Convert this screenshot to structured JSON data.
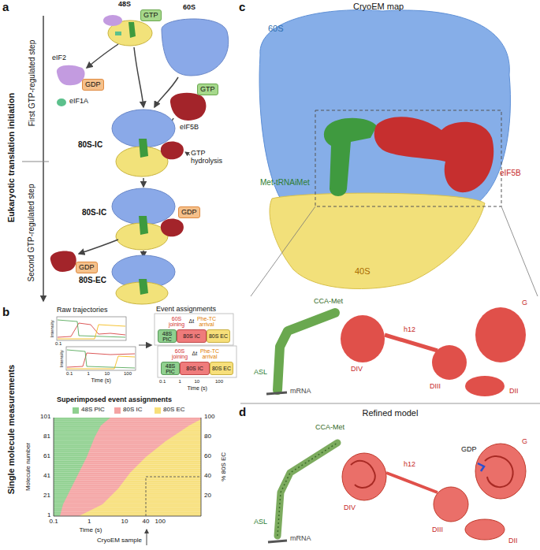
{
  "diagram": {
    "nodes": [
      {
        "text": [
          "GTP"
        ]
      },
      {
        "text": [
          "GDP"
        ]
      },
      {
        "text": [
          "GTP"
        ]
      },
      {
        "text": [
          "GDP"
        ]
      },
      {
        "text": [
          "GDP"
        ]
      },
      {
        "text": [
          "48S PIC"
        ]
      },
      {
        "text": [
          "80S IC"
        ]
      },
      {
        "text": [
          "80S EC"
        ]
      },
      {
        "text": [
          "48S PIC"
        ]
      },
      {
        "text": [
          "80S IC"
        ]
      },
      {
        "text": [
          "80S EC"
        ]
      }
    ],
    "labels": [
      "a",
      "Eukaryotic translation initiation",
      "First GTP-regulated step",
      "Second GTP-regulated step",
      "48S",
      "60S",
      "eIF2",
      "eIF1A",
      "eIF5B",
      "80S-IC",
      "GTP hydrolysis",
      "80S-IC",
      "80S-EC",
      "b",
      "Single molecule measurements",
      "Raw trajectories",
      "Intensity",
      "Intensity",
      "0.1",
      "0.1",
      "1",
      "10",
      "100",
      "Time (s)",
      "Event assignments",
      "60S joining",
      "Δt",
      "Phe-TC arrival",
      "60S joining",
      "Δt",
      "Phe-TC arrival",
      "0.1",
      "1",
      "10",
      "100",
      "Time (s)",
      "Superimposed event assignments",
      "Molecule number",
      "101",
      "81",
      "61",
      "41",
      "21",
      "1",
      "100",
      "80",
      "60",
      "40",
      "20",
      "% 80S EC",
      "0.1",
      "1",
      "10",
      "100",
      "40",
      "Time (s)",
      "CryoEM sample",
      "c",
      "CryoEM map",
      "60S",
      "Met-tRNAiMet",
      "eIF5B",
      "40S",
      "CCA-Met",
      "h12",
      "G",
      "DIV",
      "DIII",
      "DII",
      "ASL",
      "mRNA",
      "d",
      "Refined model",
      "CCA-Met",
      "GDP",
      "G",
      "h12",
      "DIV",
      "ASL",
      "mRNA",
      "DIII",
      "DII"
    ],
    "legend": [
      {
        "text": "48S PIC",
        "color": "#8fd08f"
      },
      {
        "text": "80S IC",
        "color": "#f4a3a3"
      },
      {
        "text": "80S EC",
        "color": "#f7df7a"
      }
    ]
  }
}
